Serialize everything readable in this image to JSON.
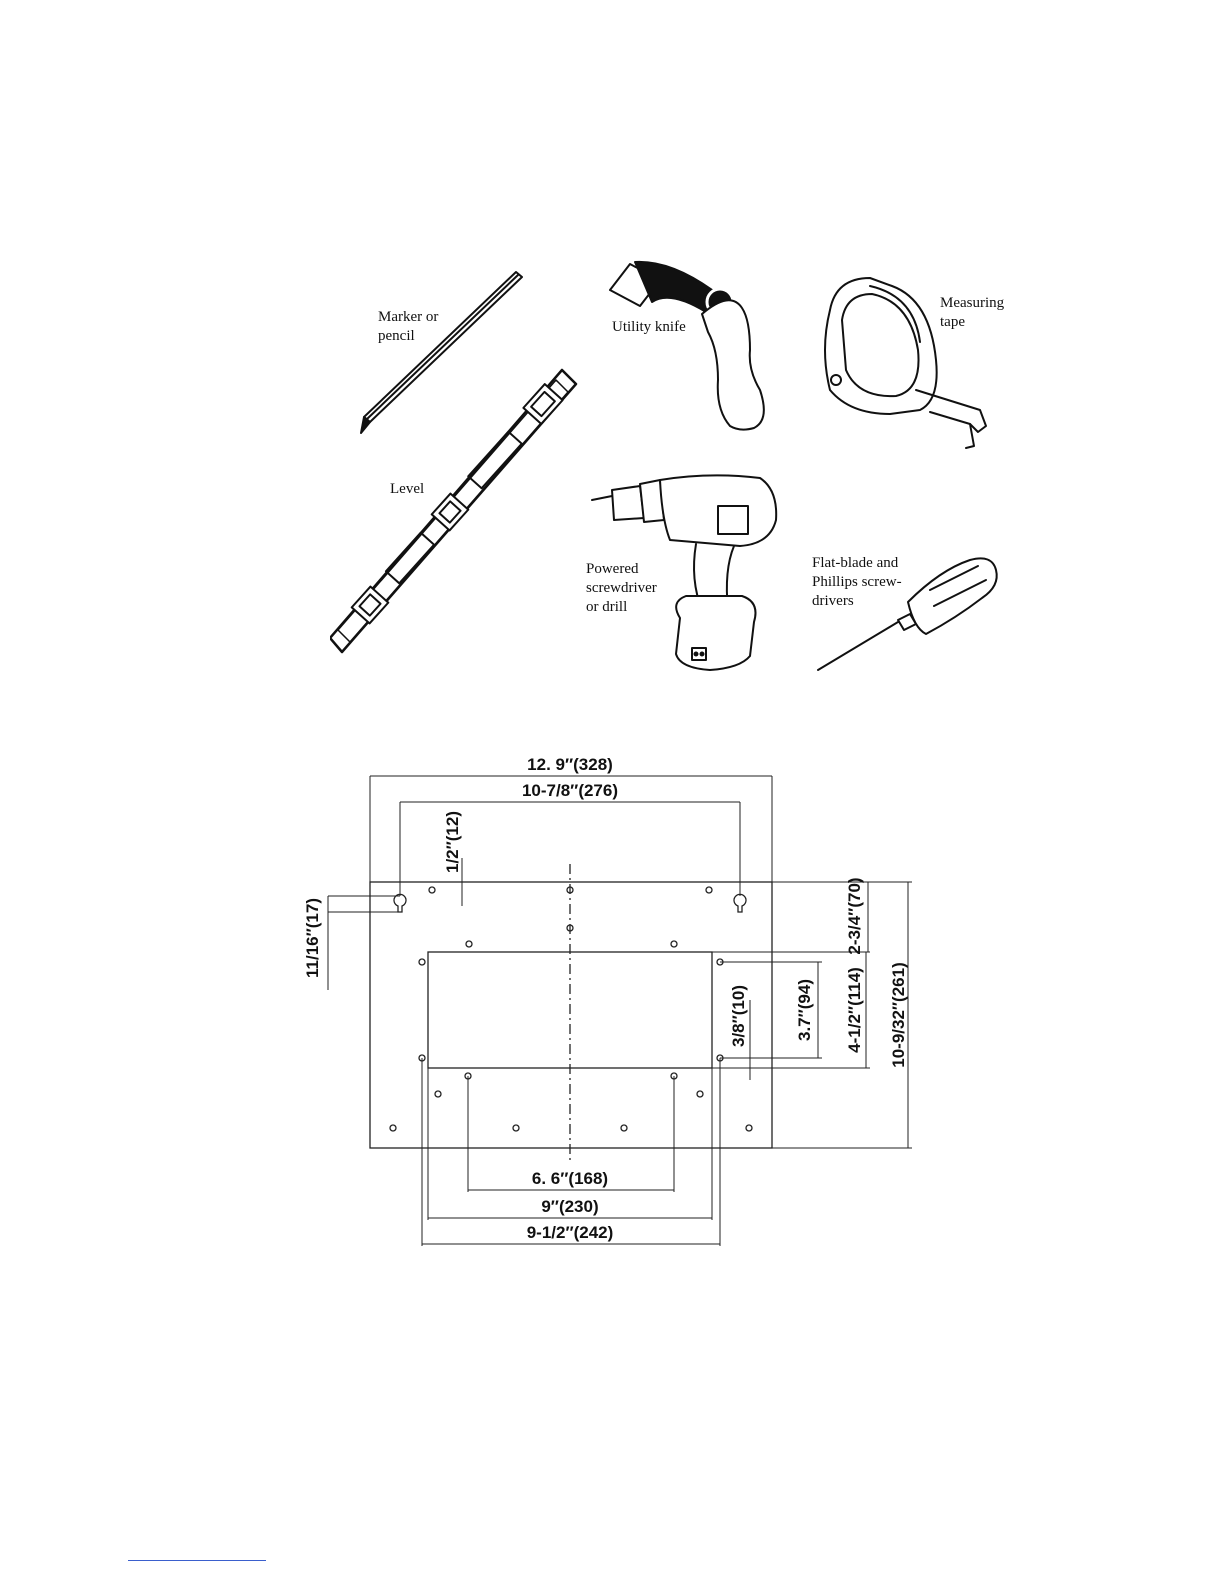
{
  "tools": {
    "marker": "Marker or\npencil",
    "knife": "Utility knife",
    "tape": "Measuring\ntape",
    "level": "Level",
    "drill": "Powered\nscrewdriver\nor drill",
    "screwdrivers": "Flat-blade and\nPhillips screw-\ndrivers"
  },
  "dimensions": {
    "overall_width": "12. 9″(328)",
    "keyhole_spacing": "10-7/8″(276)",
    "keyhole_offset": "1/2″(12)",
    "keyhole_drop": "11/16″(17)",
    "top_to_cutout": "2-3/4″(70)",
    "overall_height": "10-9/32″(261)",
    "cutout_height": "4-1/2″(114)",
    "hole_vertical": "3.7″(94)",
    "hole_offset": "3/8″(10)",
    "hole_spacing_inner": "6. 6″(168)",
    "cutout_width": "9″(230)",
    "hole_spacing_outer": "9-1/2″(242)"
  }
}
